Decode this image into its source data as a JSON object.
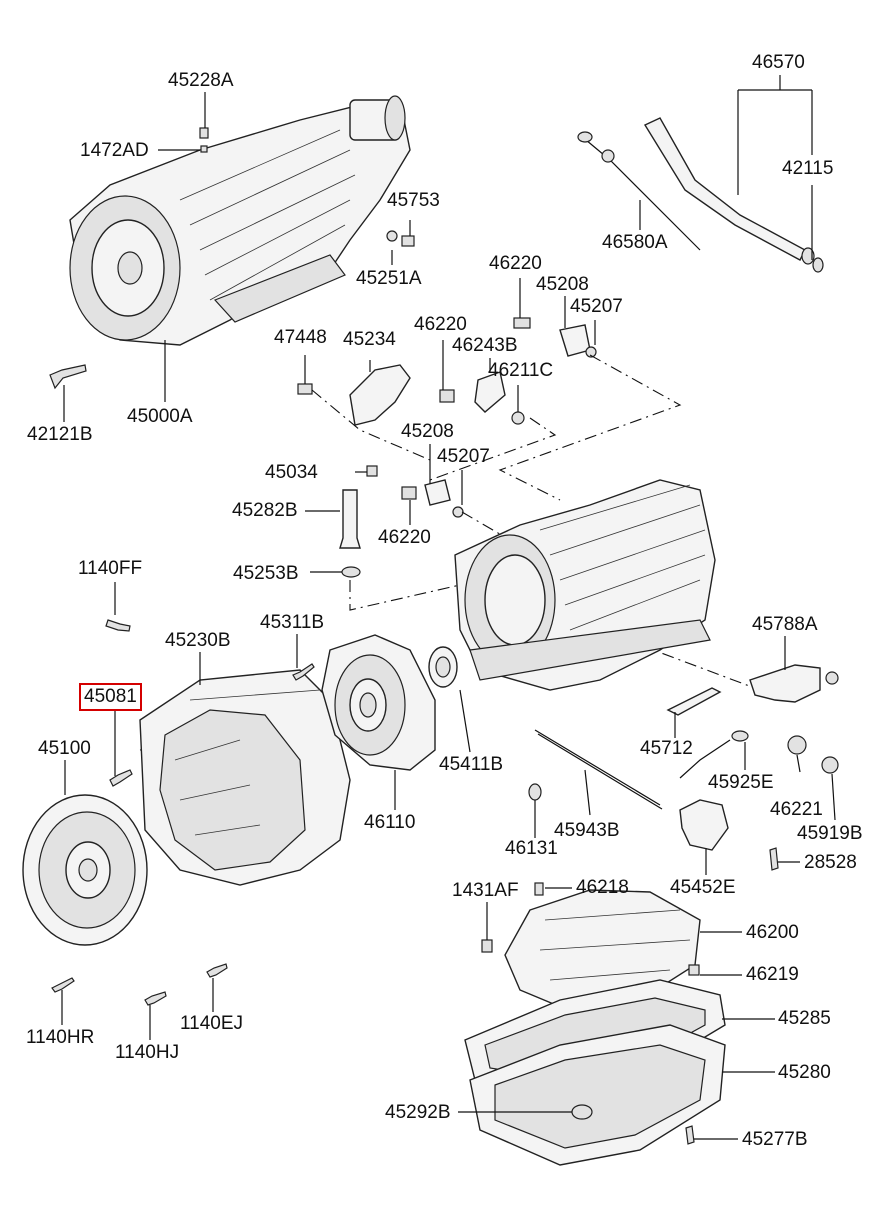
{
  "labels": {
    "l45228A": "45228A",
    "l1472AD": "1472AD",
    "l45753": "45753",
    "l45251A": "45251A",
    "l42121B": "42121B",
    "l45000A": "45000A",
    "l46570": "46570",
    "l42115": "42115",
    "l46580A": "46580A",
    "l46220a": "46220",
    "l45208a": "45208",
    "l45207a": "45207",
    "l47448": "47448",
    "l45234": "45234",
    "l46220b": "46220",
    "l46243B": "46243B",
    "l46211C": "46211C",
    "l45208b": "45208",
    "l45207b": "45207",
    "l45034": "45034",
    "l45282B": "45282B",
    "l46220c": "46220",
    "l1140FF": "1140FF",
    "l45253B": "45253B",
    "l45311B": "45311B",
    "l45230B": "45230B",
    "l45081": "45081",
    "l45100": "45100",
    "l45411B": "45411B",
    "l46110": "46110",
    "l45788A": "45788A",
    "l45712": "45712",
    "l45925E": "45925E",
    "l46221": "46221",
    "l45919B": "45919B",
    "l46131": "46131",
    "l45943B": "45943B",
    "l45452E": "45452E",
    "l28528": "28528",
    "l1431AF": "1431AF",
    "l46218": "46218",
    "l46200": "46200",
    "l46219": "46219",
    "l45285": "45285",
    "l45280": "45280",
    "l45292B": "45292B",
    "l45277B": "45277B",
    "l1140HR": "1140HR",
    "l1140HJ": "1140HJ",
    "l1140EJ": "1140EJ"
  },
  "highlight": {
    "part": "45081",
    "color": "#d40000"
  }
}
